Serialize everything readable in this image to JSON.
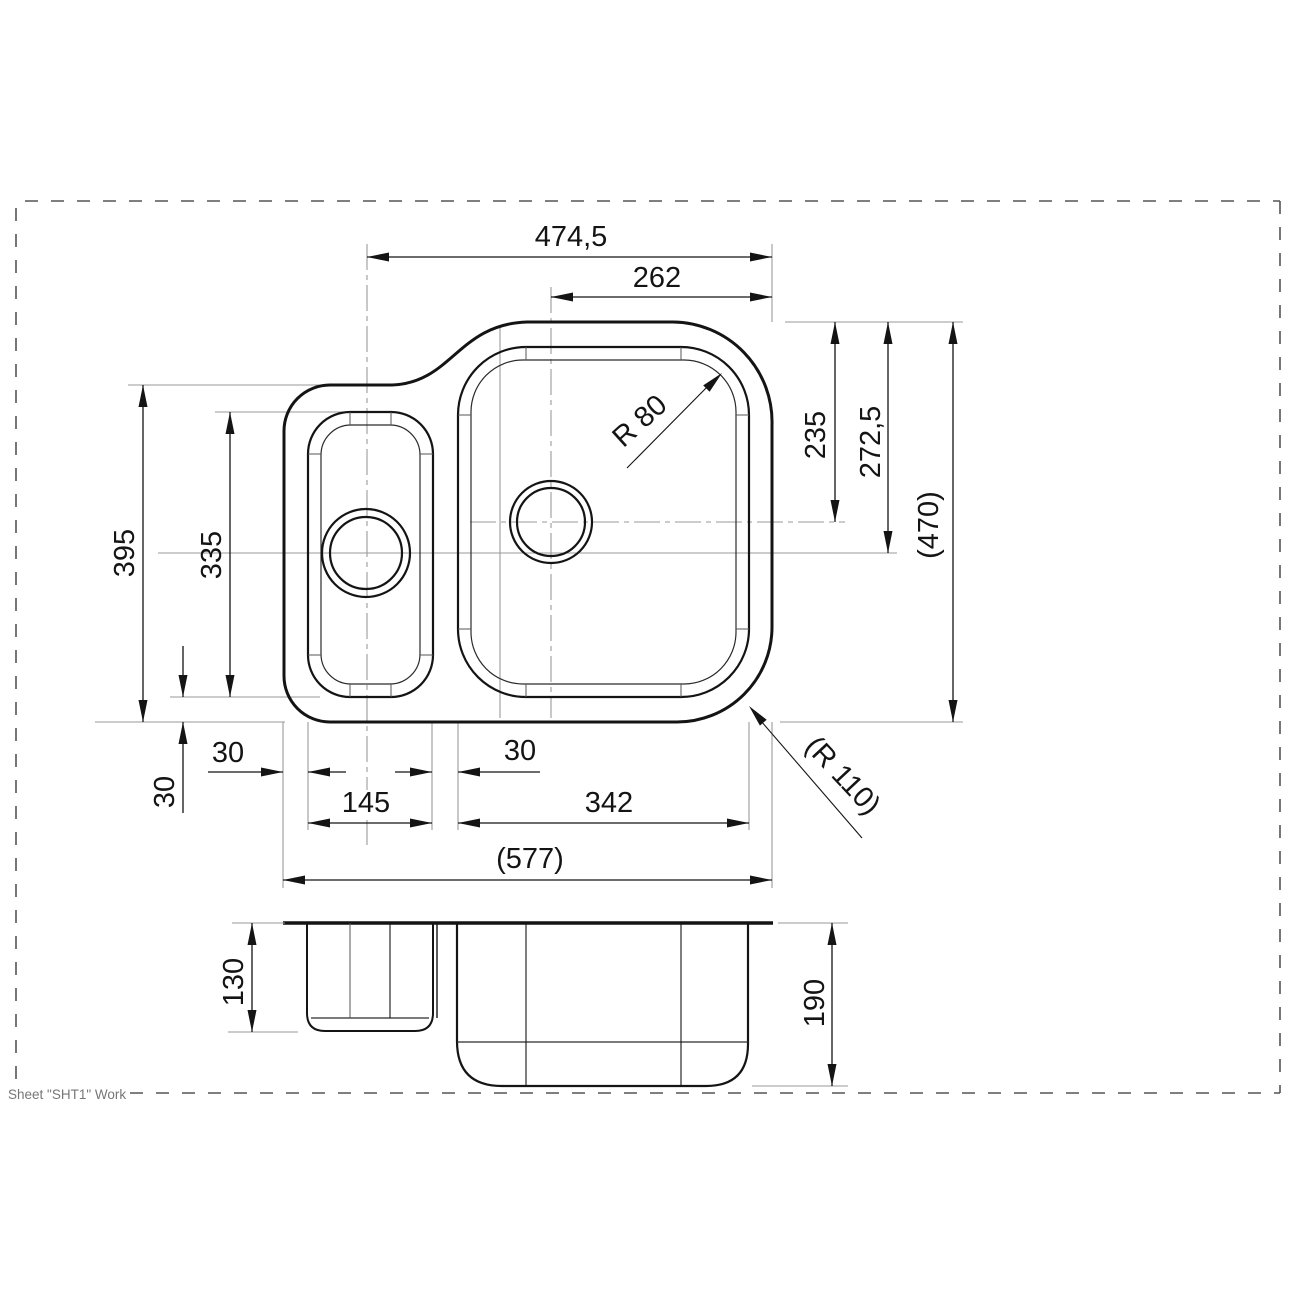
{
  "sheet": {
    "label": "Sheet \"SHT1\" Work"
  },
  "plan_view": {
    "dimensions": {
      "top_width": "474,5",
      "drain_to_right_edge": "262",
      "top_to_large_drain": "235",
      "top_to_small_drain": "272,5",
      "overall_depth": "(470)",
      "left_section_depth": "395",
      "small_bowl_length": "335",
      "rim_offset_left": "30",
      "rim_offset_bottom": "30",
      "small_bowl_width": "145",
      "bowl_gap": "30",
      "large_bowl_width": "342",
      "overall_width": "(577)",
      "large_bowl_corner_radius": "R 80",
      "outer_corner_radius": "(R 110)"
    }
  },
  "section_view": {
    "dimensions": {
      "small_bowl_depth": "130",
      "large_bowl_depth": "190"
    }
  },
  "colors": {
    "drawing_line": "#141414",
    "construction_line": "#9a9a9a",
    "border": "#555555",
    "sheet_text": "#777777"
  }
}
